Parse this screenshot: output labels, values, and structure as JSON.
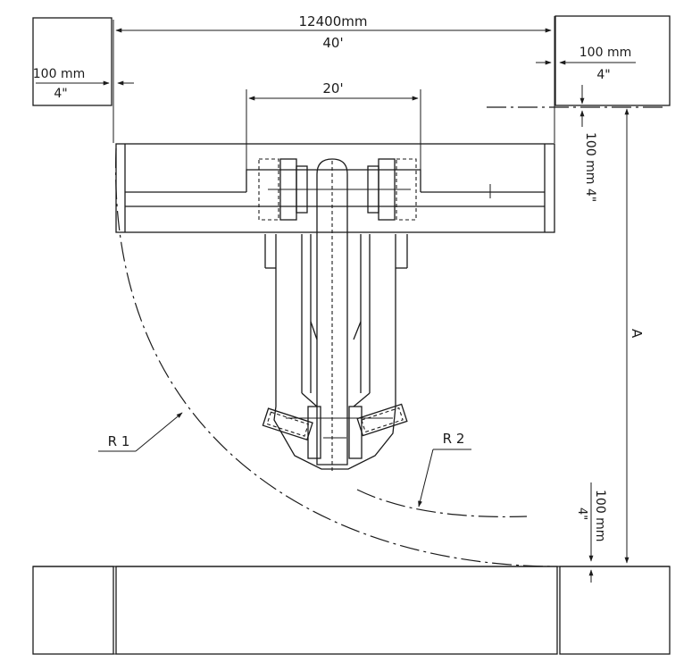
{
  "dimensions": {
    "width_total": "12400mm",
    "width_total_ft": "40'",
    "left_clearance": "100 mm",
    "left_clearance_in": "4\"",
    "right_clearance": "100 mm",
    "right_clearance_in": "4\"",
    "top_right_clearance": "100 mm 4\"",
    "bottom_clearance": "100 mm",
    "bottom_clearance_in": "4\"",
    "spreader_width": "20'",
    "aisle_dimension": "A"
  },
  "radii": {
    "r1": "R 1",
    "r2": "R 2"
  }
}
